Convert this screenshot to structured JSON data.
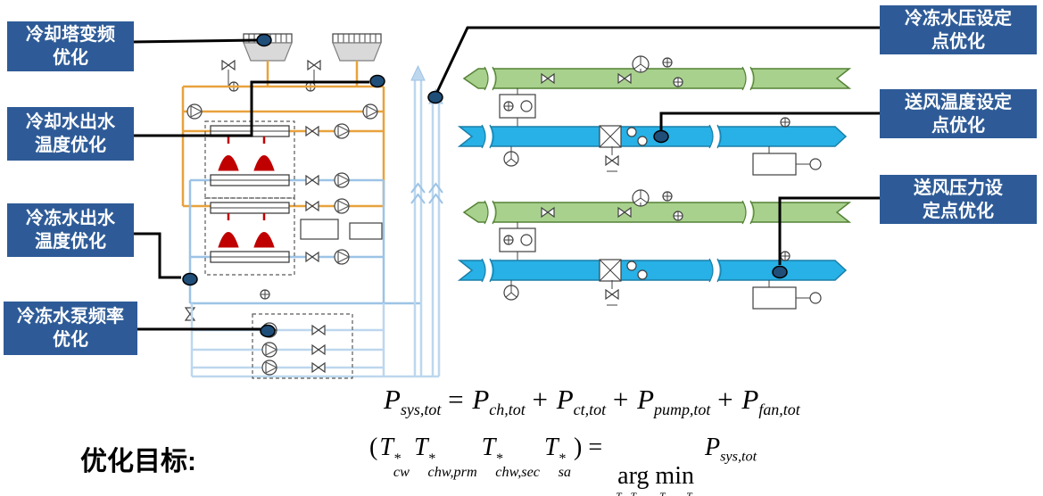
{
  "callouts": [
    {
      "id": "cooling-tower-vfd",
      "text": "冷却塔变频\n优化"
    },
    {
      "id": "condenser-water-outlet-temp",
      "text": "冷却水出水\n温度优化"
    },
    {
      "id": "chilled-water-outlet-temp",
      "text": "冷冻水出水\n温度优化"
    },
    {
      "id": "chilled-water-pump-frequency",
      "text": "冷冻水泵频率\n优化"
    },
    {
      "id": "chilled-water-pressure-setpoint",
      "text": "冷冻水压设定\n点优化"
    },
    {
      "id": "supply-air-temp-setpoint",
      "text": "送风温度设定\n点优化"
    },
    {
      "id": "supply-air-pressure-setpoint",
      "text": "送风压力设\n定点优化"
    }
  ],
  "objective": {
    "text": "优化目标:"
  },
  "formulas": {
    "total_power": {
      "tokens": [
        {
          "var": "P",
          "sub": "sys,tot"
        },
        {
          "text": " = "
        },
        {
          "var": "P",
          "sub": "ch,tot"
        },
        {
          "text": " + "
        },
        {
          "var": "P",
          "sub": "ct,tot"
        },
        {
          "text": " + "
        },
        {
          "var": "P",
          "sub": "pump,tot"
        },
        {
          "text": " + "
        },
        {
          "var": "P",
          "sub": "fan,tot"
        }
      ]
    },
    "argmin": {
      "tokens": [
        {
          "text": "("
        },
        {
          "var": "T",
          "sup": "*",
          "sub": "cw"
        },
        {
          "var": "T",
          "sup": "*",
          "sub": "chw,prm"
        },
        {
          "var": "T",
          "sup": "*",
          "sub": "chw,sec"
        },
        {
          "var": "T",
          "sup": "*",
          "sub": "sa"
        },
        {
          "text": ") = "
        },
        {
          "op": "arg min",
          "under": [
            {
              "var": "T",
              "sub": "cw"
            },
            {
              "var": "T",
              "sub": "chw,prm"
            },
            {
              "var": "T",
              "sub": "chw,sec"
            },
            {
              "var": "T",
              "sub": "sa"
            }
          ]
        },
        {
          "var": "P",
          "sub": "sys,tot"
        }
      ]
    }
  },
  "colors": {
    "c-label": "#2E5B97",
    "c-marker": "#1F4E79",
    "c-orange": "#E8A23D",
    "c-chw": "#9DC3E6",
    "c-sec": "#BDD7EE",
    "c-green": "#A9D18E",
    "c-green-s": "#548235",
    "c-cyan": "#27B1E6",
    "c-cyan-s": "#1A7FA8",
    "c-red": "#C00000"
  }
}
